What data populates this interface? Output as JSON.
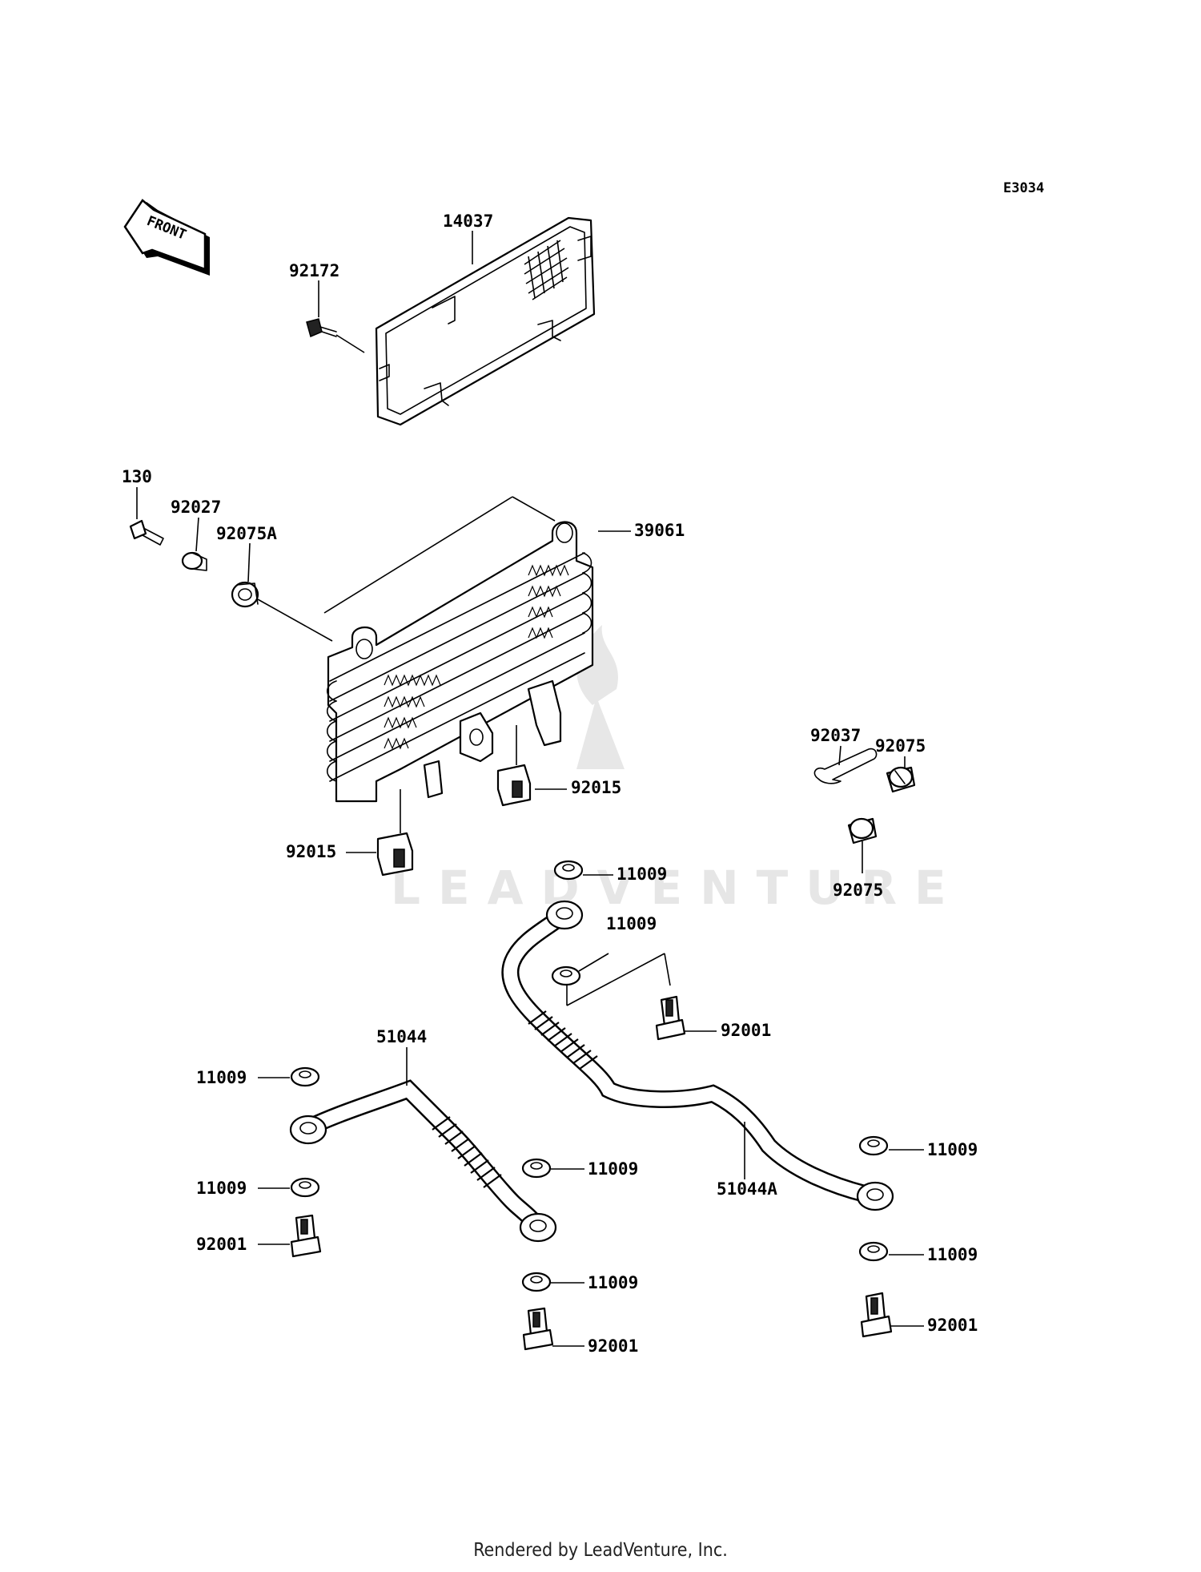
{
  "diagram": {
    "code": "E3034",
    "front_label": "FRONT",
    "watermark": "LEADVENTURE",
    "footer": "Rendered by LeadVenture, Inc.",
    "labels": {
      "l14037": "14037",
      "l92172": "92172",
      "l130": "130",
      "l92027": "92027",
      "l92075A": "92075A",
      "l39061": "39061",
      "l92037": "92037",
      "l92075a": "92075",
      "l92075b": "92075",
      "l92015a": "92015",
      "l92015b": "92015",
      "l11009a": "11009",
      "l11009b": "11009",
      "l92001a": "92001",
      "l51044": "51044",
      "l11009c": "11009",
      "l11009d": "11009",
      "l11009e": "11009",
      "l92001b": "92001",
      "l11009f": "11009",
      "l92001c": "92001",
      "l51044A": "51044A",
      "l11009g": "11009",
      "l11009h": "11009",
      "l92001d": "92001"
    }
  }
}
